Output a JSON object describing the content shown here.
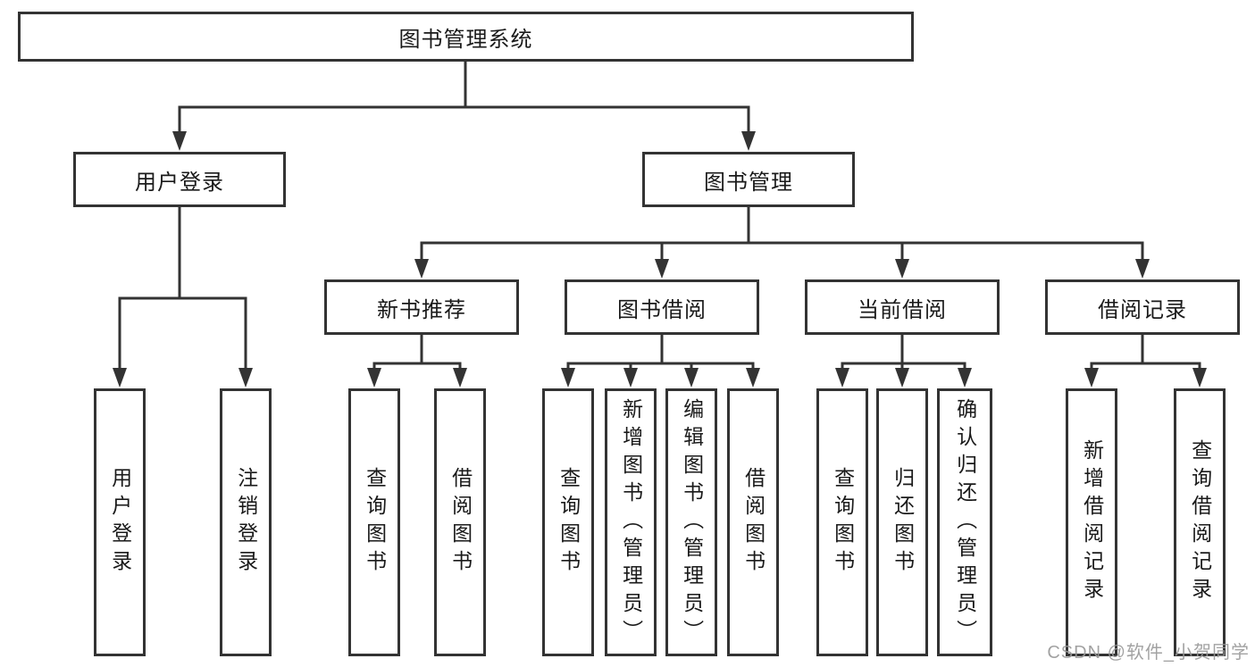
{
  "tree": {
    "root": {
      "label": "图书管理系统"
    },
    "level2": [
      {
        "label": "用户登录",
        "children": [
          "用户登录",
          "注销登录"
        ]
      },
      {
        "label": "图书管理"
      }
    ],
    "modules": [
      {
        "label": "新书推荐",
        "children": [
          "查询图书",
          "借阅图书"
        ]
      },
      {
        "label": "图书借阅",
        "children": [
          "查询图书",
          "新增图书（管理员）",
          "编辑图书（管理员）",
          "借阅图书"
        ]
      },
      {
        "label": "当前借阅",
        "children": [
          "查询图书",
          "归还图书",
          "确认归还（管理员）"
        ]
      },
      {
        "label": "借阅记录",
        "children": [
          "新增借阅记录",
          "查询借阅记录"
        ]
      }
    ]
  },
  "watermark": {
    "text": "CSDN @软件_小贺同学"
  },
  "colors": {
    "line": "#333333",
    "box_border": "#333333",
    "text": "#1a1a1a",
    "watermark": "#989898",
    "background": "#ffffff"
  }
}
